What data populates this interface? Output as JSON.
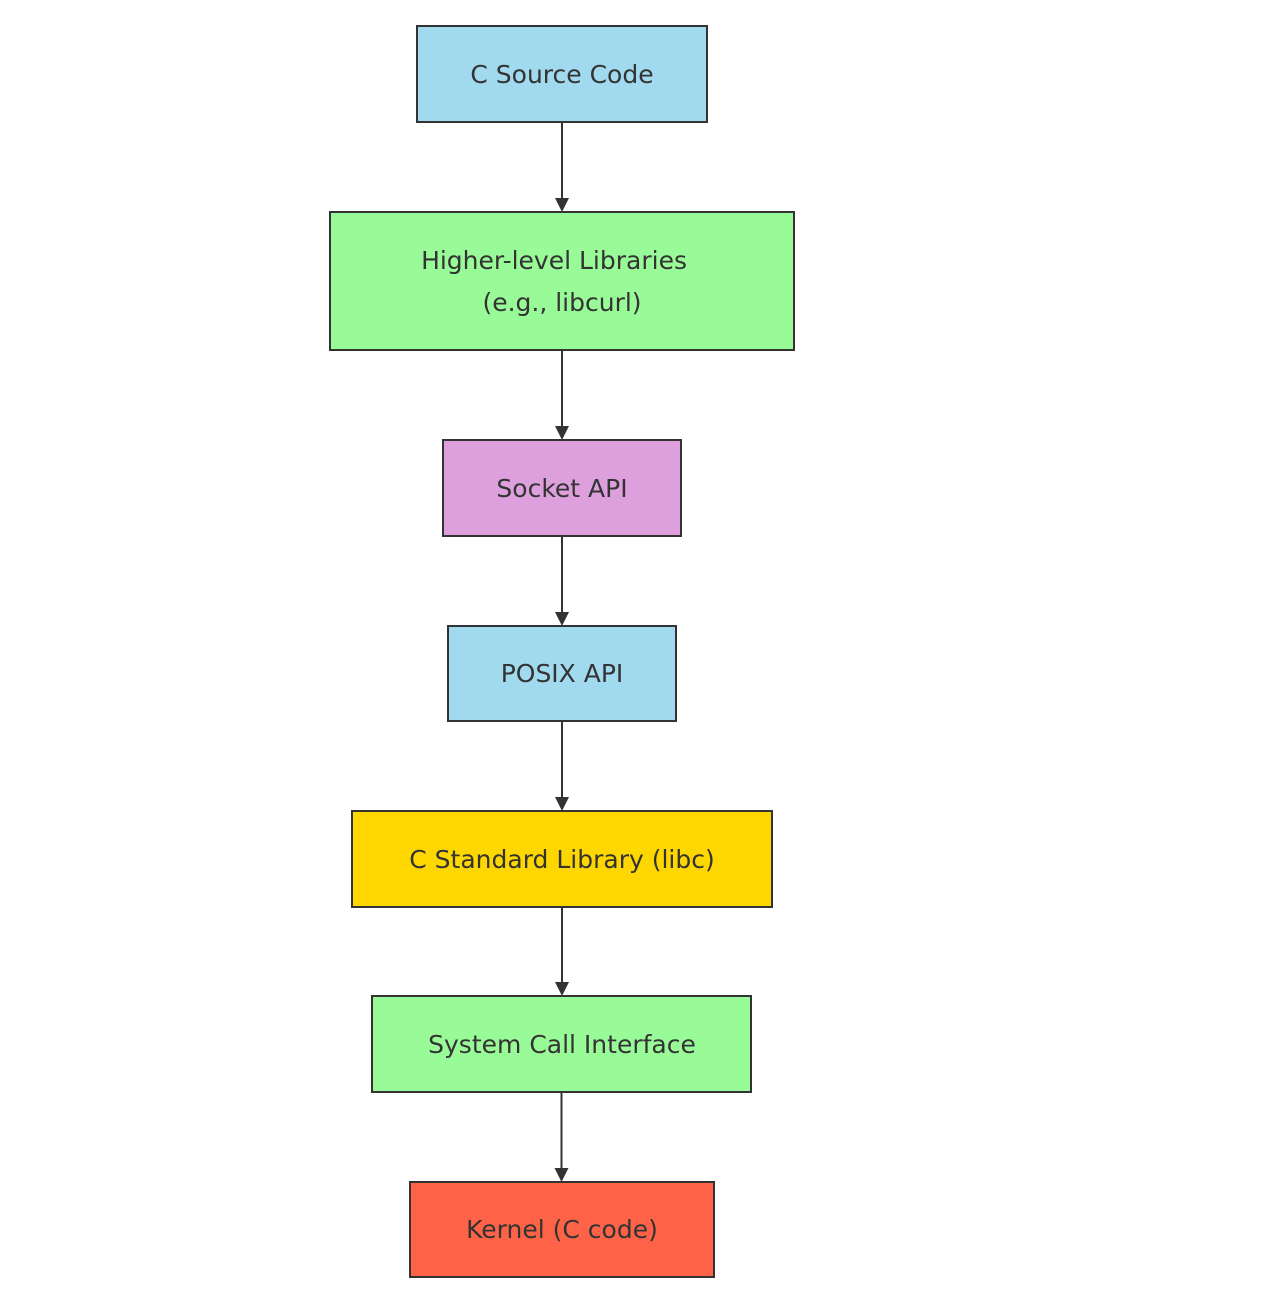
{
  "nodes": [
    {
      "id": "c_source",
      "lines": [
        "C Source Code"
      ],
      "color": "#a1d9ee"
    },
    {
      "id": "higher_libs",
      "lines": [
        "Higher-level Libraries",
        "(e.g., libcurl)"
      ],
      "color": "#98fb98"
    },
    {
      "id": "socket_api",
      "lines": [
        "Socket API"
      ],
      "color": "#dda0dd"
    },
    {
      "id": "posix_api",
      "lines": [
        "POSIX API"
      ],
      "color": "#a1d9ee"
    },
    {
      "id": "libc",
      "lines": [
        "C Standard Library (libc)"
      ],
      "color": "#ffd700"
    },
    {
      "id": "syscall",
      "lines": [
        "System Call Interface"
      ],
      "color": "#98fb98"
    },
    {
      "id": "kernel",
      "lines": [
        "Kernel (C code)"
      ],
      "color": "#ff6347"
    }
  ],
  "edges": [
    {
      "from": "c_source",
      "to": "higher_libs"
    },
    {
      "from": "higher_libs",
      "to": "socket_api"
    },
    {
      "from": "socket_api",
      "to": "posix_api"
    },
    {
      "from": "posix_api",
      "to": "libc"
    },
    {
      "from": "libc",
      "to": "syscall"
    },
    {
      "from": "syscall",
      "to": "kernel"
    }
  ]
}
